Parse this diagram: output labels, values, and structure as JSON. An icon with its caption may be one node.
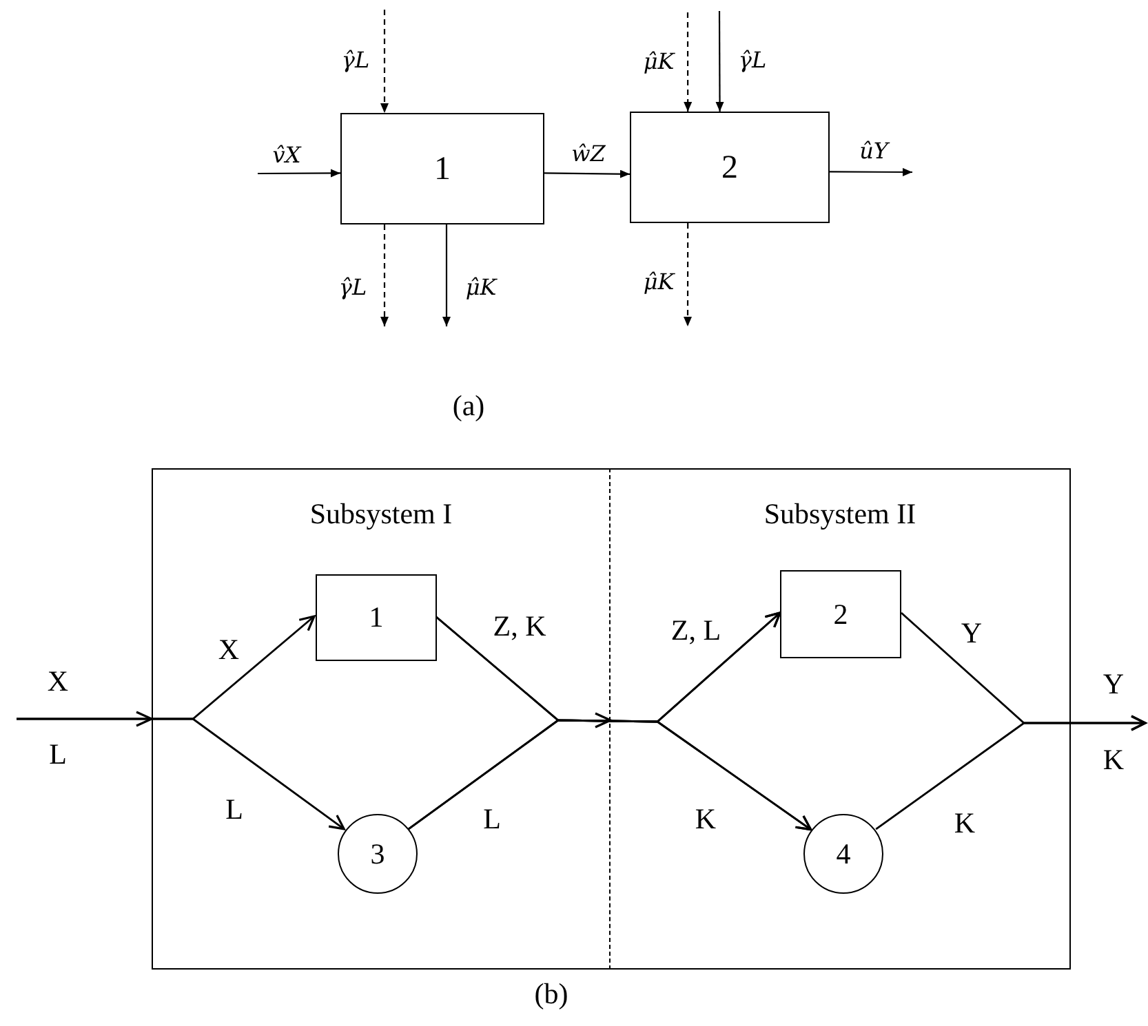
{
  "diagram": {
    "nodes": [
      {
        "text": [
          "1"
        ]
      },
      {
        "text": [
          "2"
        ]
      },
      {
        "text": [
          "Subsystem I"
        ]
      },
      {
        "text": [
          "Subsystem II"
        ]
      },
      {
        "text": [
          "1"
        ],
        "in": 2
      },
      {
        "text": [
          "3"
        ],
        "in": 2
      },
      {
        "text": [
          "2"
        ],
        "in": 3
      },
      {
        "text": [
          "4"
        ],
        "in": 3
      }
    ],
    "edges": [
      {
        "from": null,
        "to": 0,
        "arrow": "to",
        "label": "v̂X"
      },
      {
        "from": null,
        "to": 0,
        "arrow": "to",
        "label": "γ̂L",
        "style": "dashed"
      },
      {
        "from": 0,
        "to": null,
        "arrow": "to",
        "label": "γ̂L",
        "style": "dashed"
      },
      {
        "from": 0,
        "to": null,
        "arrow": "to",
        "label": "μ̂K"
      },
      {
        "from": 0,
        "to": 1,
        "arrow": "to",
        "label": "ŵZ"
      },
      {
        "from": null,
        "to": 1,
        "arrow": "to",
        "label": "μ̂K",
        "style": "dashed"
      },
      {
        "from": null,
        "to": 1,
        "arrow": "to",
        "label": "γ̂L"
      },
      {
        "from": 1,
        "to": null,
        "arrow": "to",
        "label": "μ̂K",
        "style": "dashed"
      },
      {
        "from": 1,
        "to": null,
        "arrow": "to",
        "label": "ûY"
      },
      {
        "from": null,
        "to": 4,
        "arrow": "to",
        "label": "X"
      },
      {
        "from": null,
        "to": 5,
        "arrow": "to",
        "label": "L"
      },
      {
        "from": 4,
        "to": 6,
        "arrow": "to"
      },
      {
        "from": 4,
        "to": 7,
        "arrow": "to"
      },
      {
        "from": 5,
        "to": 6,
        "arrow": "to"
      },
      {
        "from": 5,
        "to": 7,
        "arrow": "to"
      },
      {
        "from": 6,
        "to": null,
        "arrow": "to"
      },
      {
        "from": 7,
        "to": null,
        "arrow": "to"
      }
    ],
    "labels": [
      "(a)",
      "X",
      "L",
      "Z, K",
      "L",
      "Z, L",
      "K",
      "Y",
      "K",
      "Y",
      "K",
      "(b)"
    ]
  }
}
